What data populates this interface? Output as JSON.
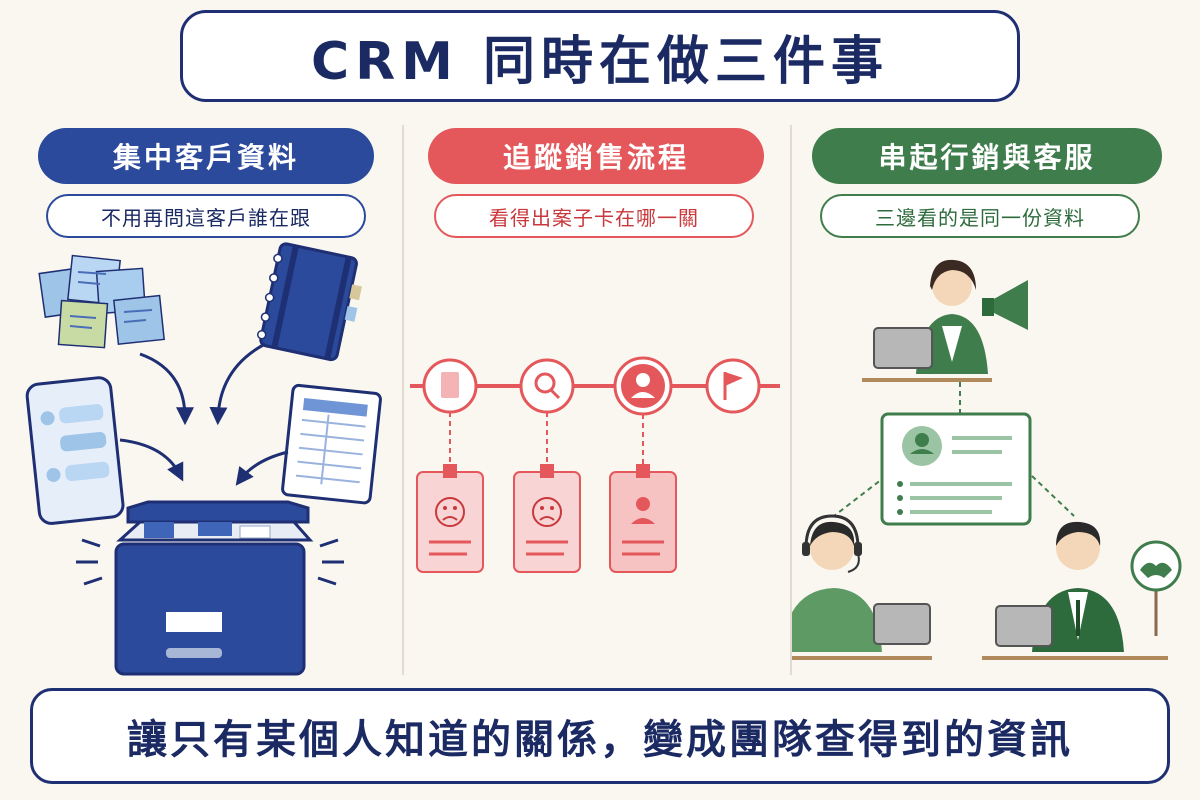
{
  "title": "CRM 同時在做三件事",
  "columns": [
    {
      "heading": "集中客戶資料",
      "subtitle": "不用再問這客戶誰在跟",
      "color": "#2b4a9c"
    },
    {
      "heading": "追蹤銷售流程",
      "subtitle": "看得出案子卡在哪一關",
      "color": "#e4585b"
    },
    {
      "heading": "串起行銷與客服",
      "subtitle": "三邊看的是同一份資料",
      "color": "#3f7d4c"
    }
  ],
  "colors": {
    "navy": "#1f2f73",
    "red": "#e4585b",
    "green": "#3f7d4c",
    "background": "#faf7f1"
  },
  "icons": {
    "left": [
      "sticky-notes-icon",
      "notebook-icon",
      "phone-chat-icon",
      "spreadsheet-icon",
      "file-cabinet-icon"
    ],
    "middle": [
      "document-icon",
      "search-icon",
      "person-icon",
      "flag-icon",
      "sad-face-icon",
      "person-card-icon"
    ],
    "right": [
      "marketer-megaphone-icon",
      "customer-profile-card-icon",
      "support-agent-headset-icon",
      "salesperson-handshake-icon"
    ]
  },
  "footer": "讓只有某個人知道的關係，變成團隊查得到的資訊"
}
